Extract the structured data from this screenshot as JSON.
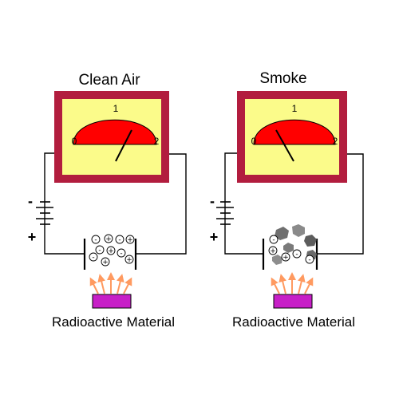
{
  "panels": [
    {
      "title": "Clean Air",
      "caption": "Radioactive Material",
      "scale": [
        "0",
        "1",
        "2"
      ],
      "terminals": {
        "negative": "-",
        "positive": "+"
      },
      "ions": [
        "-",
        "+",
        "-",
        "+",
        "-",
        "+",
        "-",
        "-",
        "+",
        "+"
      ],
      "smoke_particles": 0
    },
    {
      "title": "Smoke",
      "caption": "Radioactive Material",
      "scale": [
        "0",
        "1",
        "2"
      ],
      "terminals": {
        "negative": "-",
        "positive": "+"
      },
      "ions": [
        "-",
        "+",
        "-",
        "+",
        "-"
      ],
      "smoke_particles": 6
    }
  ],
  "colors": {
    "meter_frame": "#b21d3e",
    "meter_face": "#fbfb8a",
    "gauge_arc": "#ff0000",
    "emitter": "#c71fc7",
    "radiation_arrow": "#ff9a60",
    "wire": "#000000"
  }
}
